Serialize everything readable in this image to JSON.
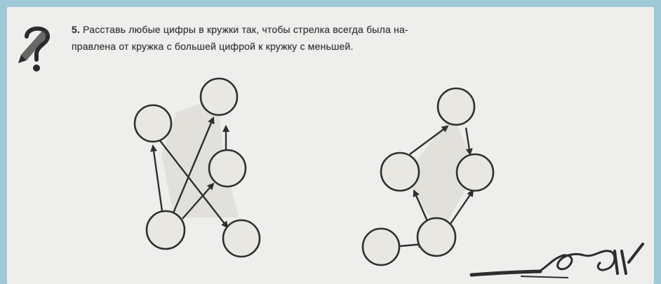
{
  "task": {
    "number": "5.",
    "line1": "Расставь любые цифры в кружки так, чтобы стрелка всегда была на-",
    "line2": "правлена от кружка с большей цифрой к кружку с меньшей."
  },
  "diagrams": [
    {
      "name": "left-graph",
      "nodes": 5,
      "edges": 5
    },
    {
      "name": "right-graph",
      "nodes": 5,
      "edges": 5
    }
  ],
  "icons": {
    "task_marker": "question-pencil-icon",
    "signature": "teacher-signature-icon"
  },
  "colors": {
    "frame": "#9fc8d6",
    "paper": "#eeeeec",
    "ink": "#2f2f2f"
  }
}
